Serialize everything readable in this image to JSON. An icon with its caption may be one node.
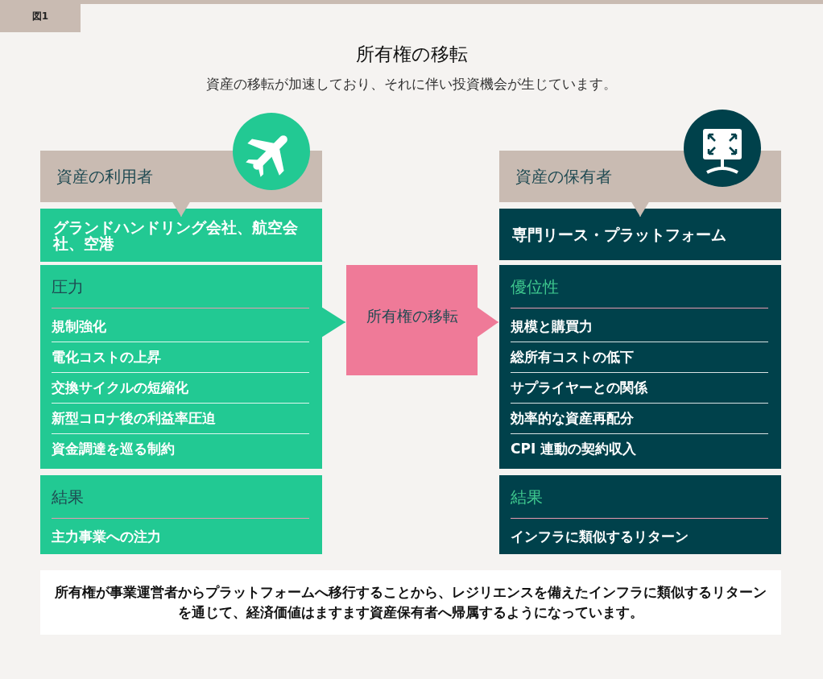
{
  "diagram": {
    "title": "所有権の移転",
    "caption": "資産の移転が加速しており、それに伴い投資機会が生じています。",
    "nodes": [
      {
        "text": [
          "資産の利用者"
        ]
      },
      {
        "text": [
          "グランドハンドリング会社、航空会社、空港"
        ]
      },
      {
        "text": [
          "圧力",
          "規制強化",
          "電化コストの上昇",
          "交換サイクルの短縮化",
          "新型コロナ後の利益率圧迫",
          "資金調達を巡る制約"
        ]
      },
      {
        "text": [
          "結果",
          "主力事業への注力"
        ]
      },
      {
        "text": [
          "所有権の移転"
        ]
      },
      {
        "text": [
          "資産の保有者"
        ]
      },
      {
        "text": [
          "専門リース・プラットフォーム"
        ]
      },
      {
        "text": [
          "優位性",
          "規模と購買力",
          "総所有コストの低下",
          "サプライヤーとの関係",
          "効率的な資産再配分",
          "CPI 連動の契約収入"
        ]
      },
      {
        "text": [
          "結果",
          "インフラに類似するリターン"
        ]
      },
      {
        "text": [
          "所有権が事業運営者からプラットフォームへ移行することから、レジリエンスを備えたインフラに類似するリターンを通じて、経済価値はますます資産保有者へ帰属するようになっています。"
        ]
      }
    ],
    "edges": [
      {
        "from": 0,
        "to": 1,
        "arrow": "to",
        "color": "#c9bbb2"
      },
      {
        "from": 2,
        "to": 4,
        "arrow": "to",
        "color": "#22c993"
      },
      {
        "from": 4,
        "to": 7,
        "arrow": "to",
        "color": "#ef7a98"
      },
      {
        "from": 5,
        "to": 6,
        "arrow": "to",
        "color": "#c9bbb2"
      }
    ],
    "labels": [
      "図1"
    ]
  }
}
